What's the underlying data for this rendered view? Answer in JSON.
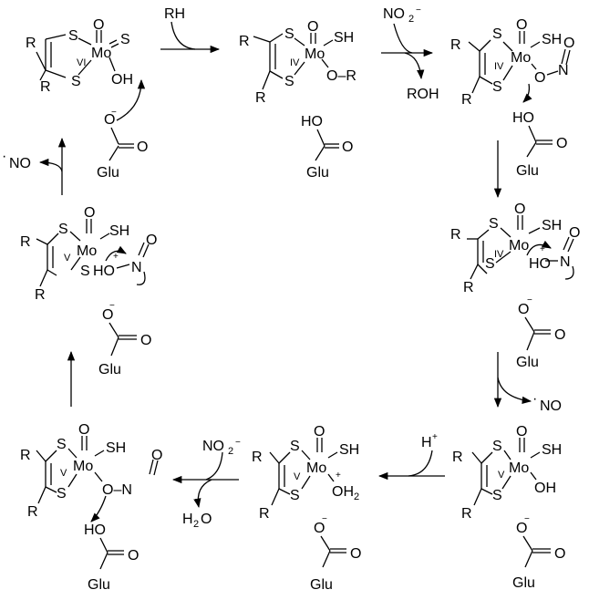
{
  "atoms": {
    "R": "R",
    "S": "S",
    "O": "O",
    "Mo": "Mo",
    "OH": "OH",
    "SH": "SH",
    "HO": "HO",
    "N": "N",
    "Glu": "Glu",
    "neg": "−",
    "pos": "+",
    "sub2": "2",
    "dot": "·",
    "O_R": "O–R",
    "O_N": "O–N",
    "OH2": "OH"
  },
  "oxidation_states": {
    "VI": "VI",
    "IV": "IV",
    "V": "V"
  },
  "reagents": {
    "RH": "RH",
    "ROH": "ROH",
    "NO2": "NO",
    "NO": "NO",
    "H2O": "H",
    "H2O_tail": "O",
    "Hplus": "H"
  }
}
